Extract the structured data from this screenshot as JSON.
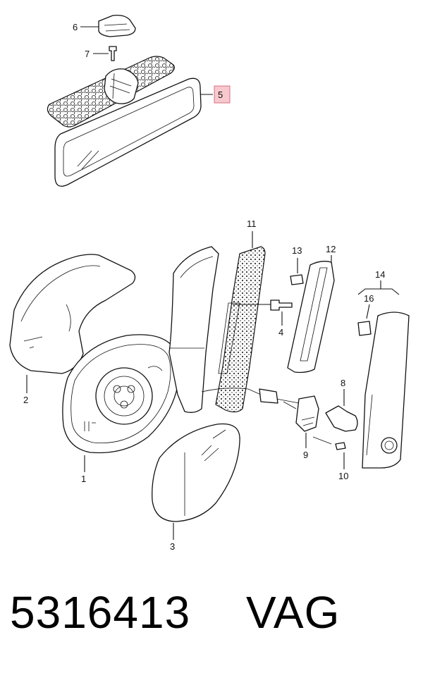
{
  "diagram": {
    "callouts": {
      "c1": "1",
      "c2": "2",
      "c3": "3",
      "c4": "4",
      "c5": "5",
      "c6": "6",
      "c7": "7",
      "c8": "8",
      "c9": "9",
      "c10": "10",
      "c11": "11",
      "c12": "12",
      "c13": "13",
      "c14": "14",
      "c16": "16"
    },
    "highlight_color": "#f7c9cf",
    "highlight_border": "#d9707e"
  },
  "footer": {
    "part_number": "5316413",
    "brand": "VAG"
  }
}
